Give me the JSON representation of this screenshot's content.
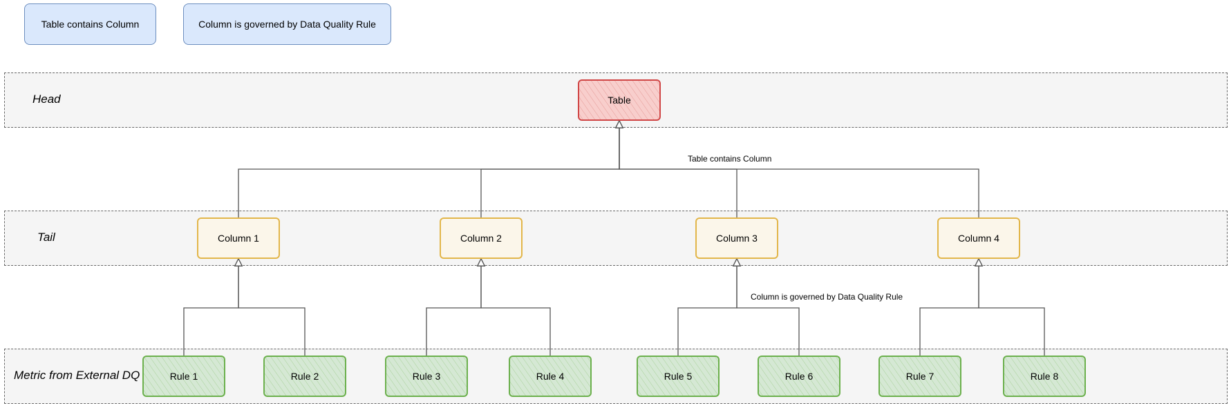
{
  "legend": {
    "item1": "Table contains Column",
    "item2": "Column is governed by Data Quality Rule"
  },
  "lanes": {
    "head": "Head",
    "tail": "Tail",
    "metric": "Metric from External DQ"
  },
  "nodes": {
    "table": "Table",
    "columns": [
      "Column 1",
      "Column 2",
      "Column 3",
      "Column 4"
    ],
    "rules": [
      "Rule 1",
      "Rule 2",
      "Rule 3",
      "Rule 4",
      "Rule 5",
      "Rule 6",
      "Rule 7",
      "Rule 8"
    ]
  },
  "edge_labels": {
    "table_column": "Table contains Column",
    "column_rule": "Column is governed by Data Quality Rule"
  },
  "colors": {
    "table_fill": "#f8cecc",
    "table_stroke": "#d04646",
    "column_fill": "#fbf6ea",
    "column_stroke": "#e2b64a",
    "rule_fill": "#d5e8d4",
    "rule_stroke": "#6bb04c",
    "legend_fill": "#dae8fc",
    "legend_stroke": "#6c8ebf",
    "lane_fill": "#f5f5f5"
  }
}
